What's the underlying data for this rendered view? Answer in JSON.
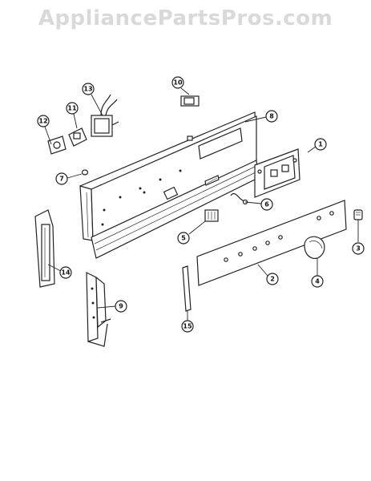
{
  "watermark": "AppliancePartsPros.com",
  "callouts": [
    {
      "id": "c1",
      "label": "1"
    },
    {
      "id": "c2",
      "label": "2"
    },
    {
      "id": "c3",
      "label": "3"
    },
    {
      "id": "c4",
      "label": "4"
    },
    {
      "id": "c5",
      "label": "5"
    },
    {
      "id": "c6",
      "label": "6"
    },
    {
      "id": "c7",
      "label": "7"
    },
    {
      "id": "c8",
      "label": "8"
    },
    {
      "id": "c9",
      "label": "9"
    },
    {
      "id": "c10",
      "label": "10"
    },
    {
      "id": "c11",
      "label": "11"
    },
    {
      "id": "c12",
      "label": "12"
    },
    {
      "id": "c13",
      "label": "13"
    },
    {
      "id": "c14",
      "label": "14"
    },
    {
      "id": "c15",
      "label": "15"
    }
  ],
  "colors": {
    "line": "#222222",
    "watermark": "#d9d9d9",
    "background": "#ffffff"
  }
}
